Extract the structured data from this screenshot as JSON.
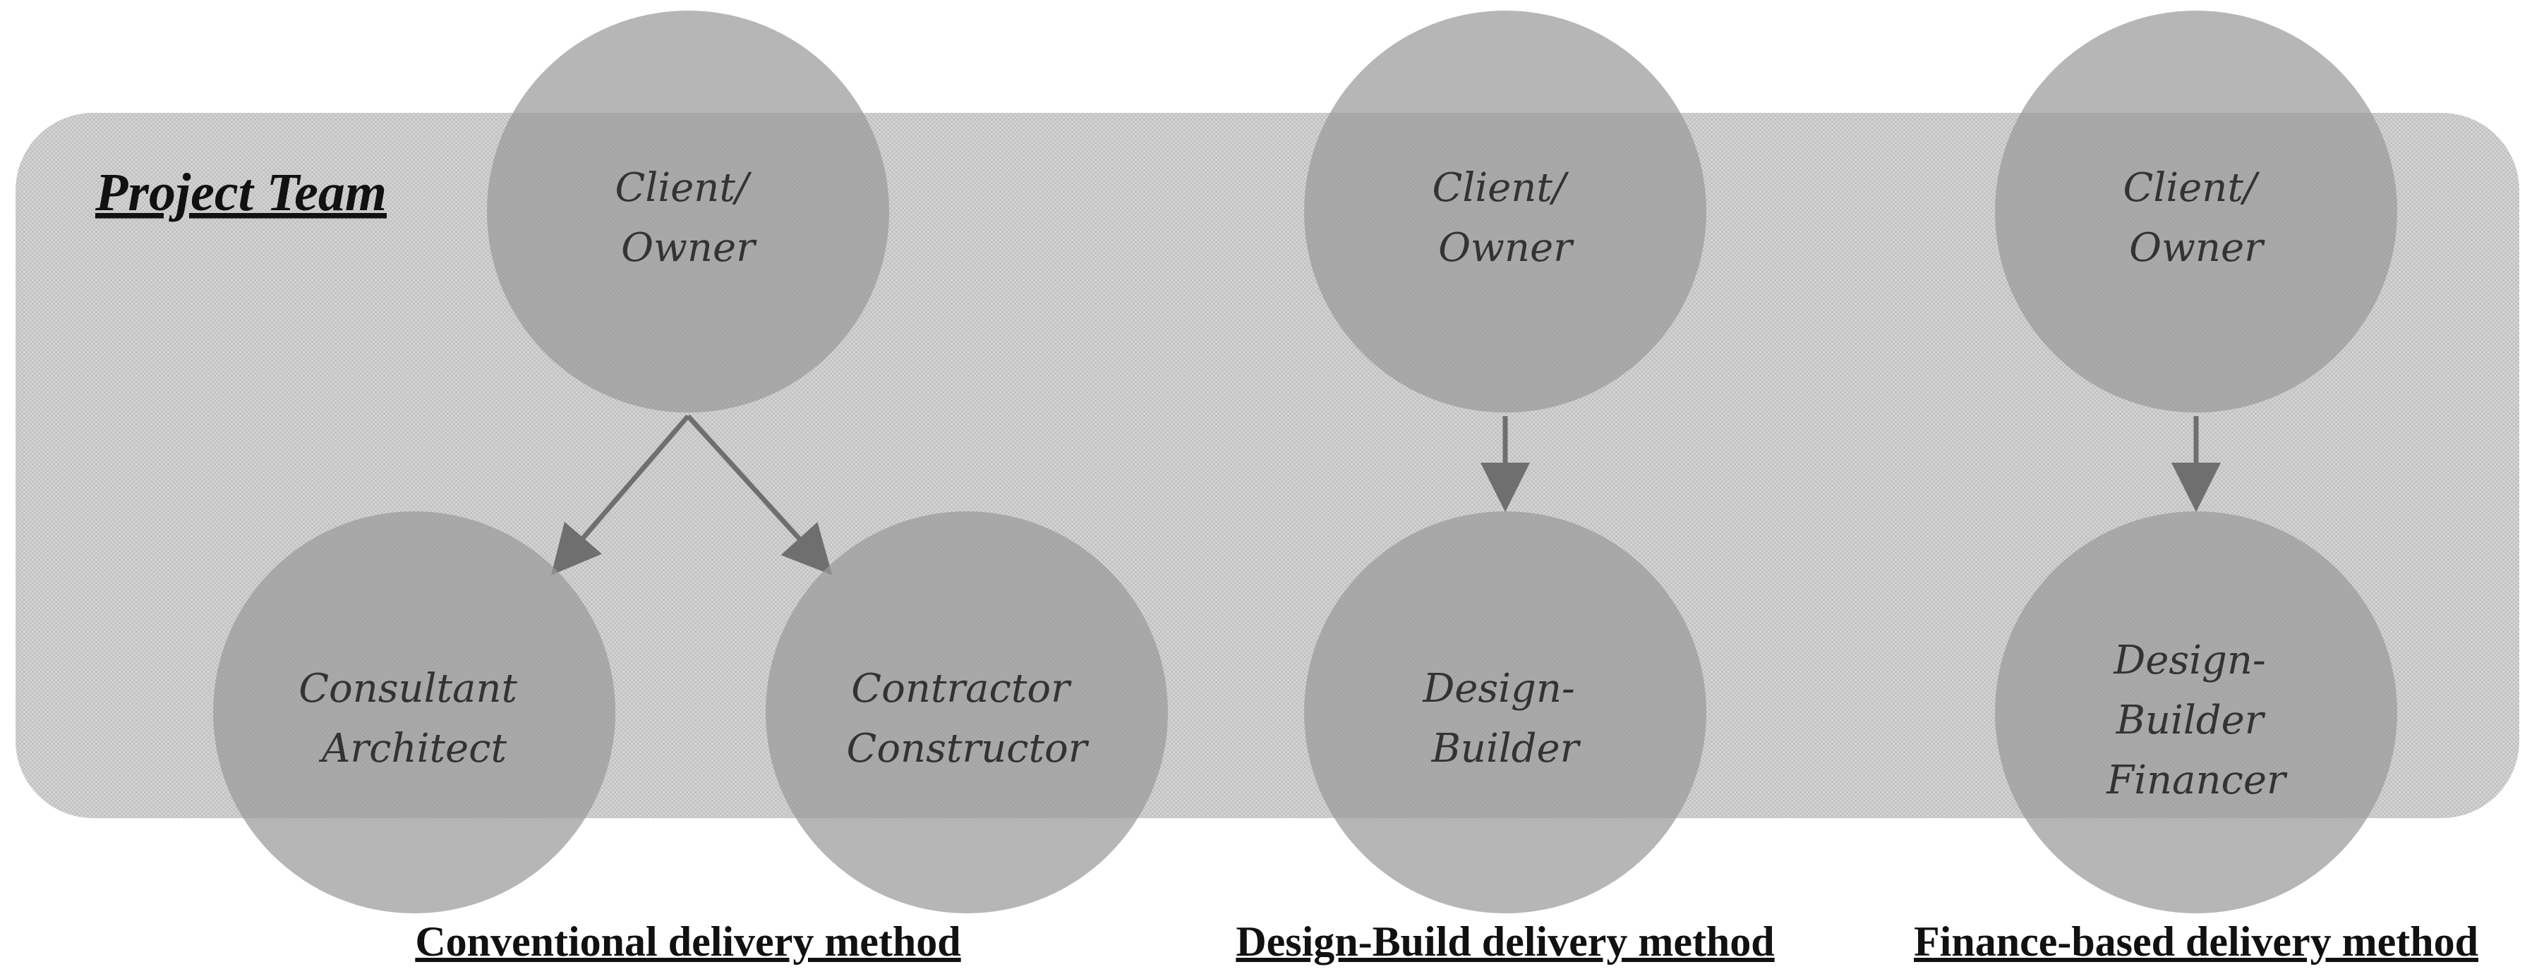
{
  "project_team": {
    "label": "Project Team"
  },
  "methods": [
    {
      "label": "Conventional delivery method",
      "nodes": [
        {
          "lines": [
            "Client/",
            "Owner"
          ]
        },
        {
          "lines": [
            "Consultant",
            "Architect"
          ]
        },
        {
          "lines": [
            "Contractor",
            "Constructor"
          ]
        }
      ]
    },
    {
      "label": "Design-Build delivery method",
      "nodes": [
        {
          "lines": [
            "Client/",
            "Owner"
          ]
        },
        {
          "lines": [
            "Design-",
            "Builder"
          ]
        }
      ]
    },
    {
      "label": "Finance-based delivery method",
      "nodes": [
        {
          "lines": [
            "Client/",
            "Owner"
          ]
        },
        {
          "lines": [
            "Design-",
            "Builder",
            "Financer"
          ]
        }
      ]
    }
  ],
  "colors": {
    "panel": "#c8c8c8",
    "circle": "#9a9a9a",
    "arrow": "#6f6f6f"
  }
}
